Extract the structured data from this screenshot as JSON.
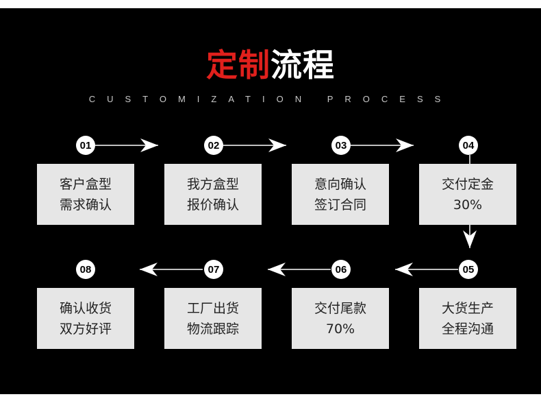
{
  "title": {
    "part1": "定制",
    "part2": "流程"
  },
  "subtitle": "CUSTOMIZATION PROCESS",
  "colors": {
    "background": "#000000",
    "accent": "#e0201c",
    "box": "#e6e6e6",
    "text": "#222222"
  },
  "steps": [
    {
      "num": "01",
      "line1": "客户盒型",
      "line2": "需求确认"
    },
    {
      "num": "02",
      "line1": "我方盒型",
      "line2": "报价确认"
    },
    {
      "num": "03",
      "line1": "意向确认",
      "line2": "签订合同"
    },
    {
      "num": "04",
      "line1": "交付定金",
      "line2": "30%"
    },
    {
      "num": "05",
      "line1": "大货生产",
      "line2": "全程沟通"
    },
    {
      "num": "06",
      "line1": "交付尾款",
      "line2": "70%"
    },
    {
      "num": "07",
      "line1": "工厂出货",
      "line2": "物流跟踪"
    },
    {
      "num": "08",
      "line1": "确认收货",
      "line2": "双方好评"
    }
  ]
}
